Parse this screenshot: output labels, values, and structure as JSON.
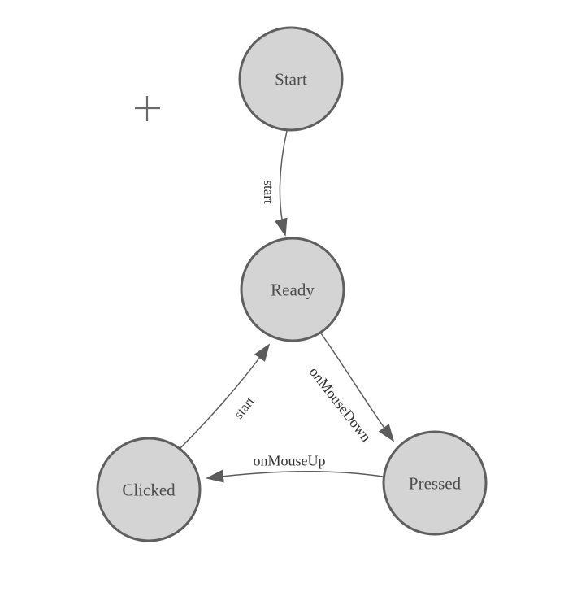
{
  "diagram": {
    "kind": "finite-state-machine",
    "colors": {
      "background": "#ffffff",
      "node_fill": "#d4d4d4",
      "node_stroke": "#5f5f5f",
      "edge_stroke": "#5c5c5c",
      "node_label_color": "#4c4c4c",
      "edge_label_color": "#323232",
      "crosshair_color": "#6a6a6a"
    },
    "nodes": [
      {
        "id": "start",
        "label": "Start"
      },
      {
        "id": "ready",
        "label": "Ready"
      },
      {
        "id": "clicked",
        "label": "Clicked"
      },
      {
        "id": "pressed",
        "label": "Pressed"
      }
    ],
    "edges": [
      {
        "from": "start",
        "to": "ready",
        "label": "start"
      },
      {
        "from": "clicked",
        "to": "ready",
        "label": "start"
      },
      {
        "from": "ready",
        "to": "pressed",
        "label": "onMouseDown"
      },
      {
        "from": "pressed",
        "to": "clicked",
        "label": "onMouseUp"
      }
    ],
    "crosshair_present": true
  }
}
